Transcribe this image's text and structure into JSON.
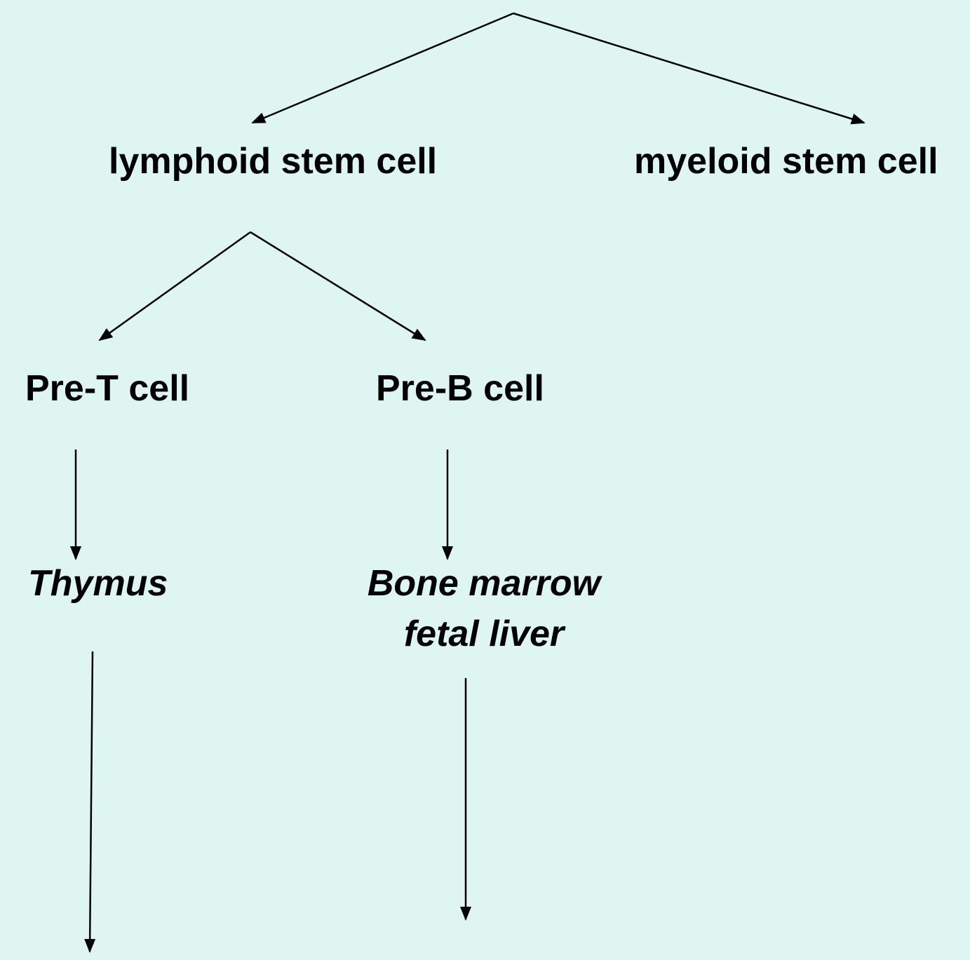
{
  "diagram": {
    "background": "#dff5f2",
    "line_color": "#000000",
    "nodes": {
      "lymphoid": {
        "label": "lymphoid stem cell"
      },
      "myeloid": {
        "label": "myeloid stem cell"
      },
      "pre_t": {
        "label": "Pre-T cell"
      },
      "pre_b": {
        "label": "Pre-B cell"
      },
      "thymus": {
        "label": "Thymus"
      },
      "bone_marrow": {
        "line1": "Bone marrow",
        "line2": "fetal liver"
      }
    },
    "edges": [
      {
        "from": "root",
        "to": "lymphoid"
      },
      {
        "from": "root",
        "to": "myeloid"
      },
      {
        "from": "lymphoid",
        "to": "pre_t"
      },
      {
        "from": "lymphoid",
        "to": "pre_b"
      },
      {
        "from": "pre_t",
        "to": "thymus"
      },
      {
        "from": "pre_b",
        "to": "bone_marrow"
      },
      {
        "from": "thymus",
        "to": "continues below"
      },
      {
        "from": "bone_marrow",
        "to": "continues below"
      }
    ]
  }
}
